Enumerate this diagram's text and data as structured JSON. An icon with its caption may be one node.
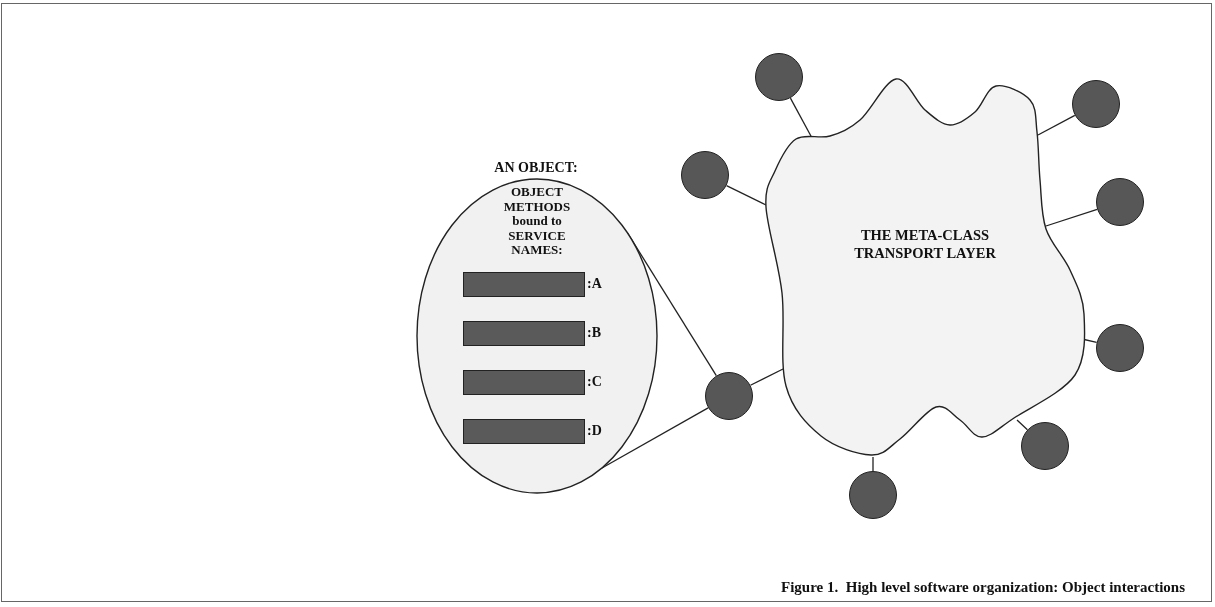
{
  "diagram": {
    "caption": "Figure 1.  High level software organization: Object interactions",
    "nodes": [
      {
        "text": [
          "AN OBJECT:",
          "OBJECT METHODS bound to SERVICE NAMES:"
        ]
      },
      {
        "text": [],
        "shape": "bar",
        "beside": [
          ":A"
        ],
        "in": 0
      },
      {
        "text": [],
        "shape": "bar",
        "beside": [
          ":B"
        ],
        "in": 0
      },
      {
        "text": [],
        "shape": "bar",
        "beside": [
          ":C"
        ],
        "in": 0
      },
      {
        "text": [],
        "shape": "bar",
        "beside": [
          ":D"
        ],
        "in": 0
      },
      {
        "text": [
          "THE META-CLASS TRANSPORT LAYER"
        ]
      },
      {
        "text": [],
        "shape": "circle"
      },
      {
        "text": [],
        "shape": "circle"
      },
      {
        "text": [],
        "shape": "circle"
      },
      {
        "text": [],
        "shape": "circle"
      },
      {
        "text": [],
        "shape": "circle"
      },
      {
        "text": [],
        "shape": "circle"
      },
      {
        "text": [],
        "shape": "circle"
      },
      {
        "text": [],
        "shape": "circle"
      }
    ],
    "edges": [
      {
        "from": 0,
        "to": 7,
        "arrow": "none"
      },
      {
        "from": 0,
        "to": 7,
        "arrow": "none"
      },
      {
        "from": 6,
        "to": 5,
        "arrow": "none"
      },
      {
        "from": 7,
        "to": 5,
        "arrow": "none"
      },
      {
        "from": 8,
        "to": 5,
        "arrow": "none"
      },
      {
        "from": 9,
        "to": 5,
        "arrow": "none"
      },
      {
        "from": 10,
        "to": 5,
        "arrow": "none"
      },
      {
        "from": 11,
        "to": 5,
        "arrow": "none"
      },
      {
        "from": 12,
        "to": 5,
        "arrow": "none"
      },
      {
        "from": 13,
        "to": 5,
        "arrow": "none"
      }
    ]
  }
}
